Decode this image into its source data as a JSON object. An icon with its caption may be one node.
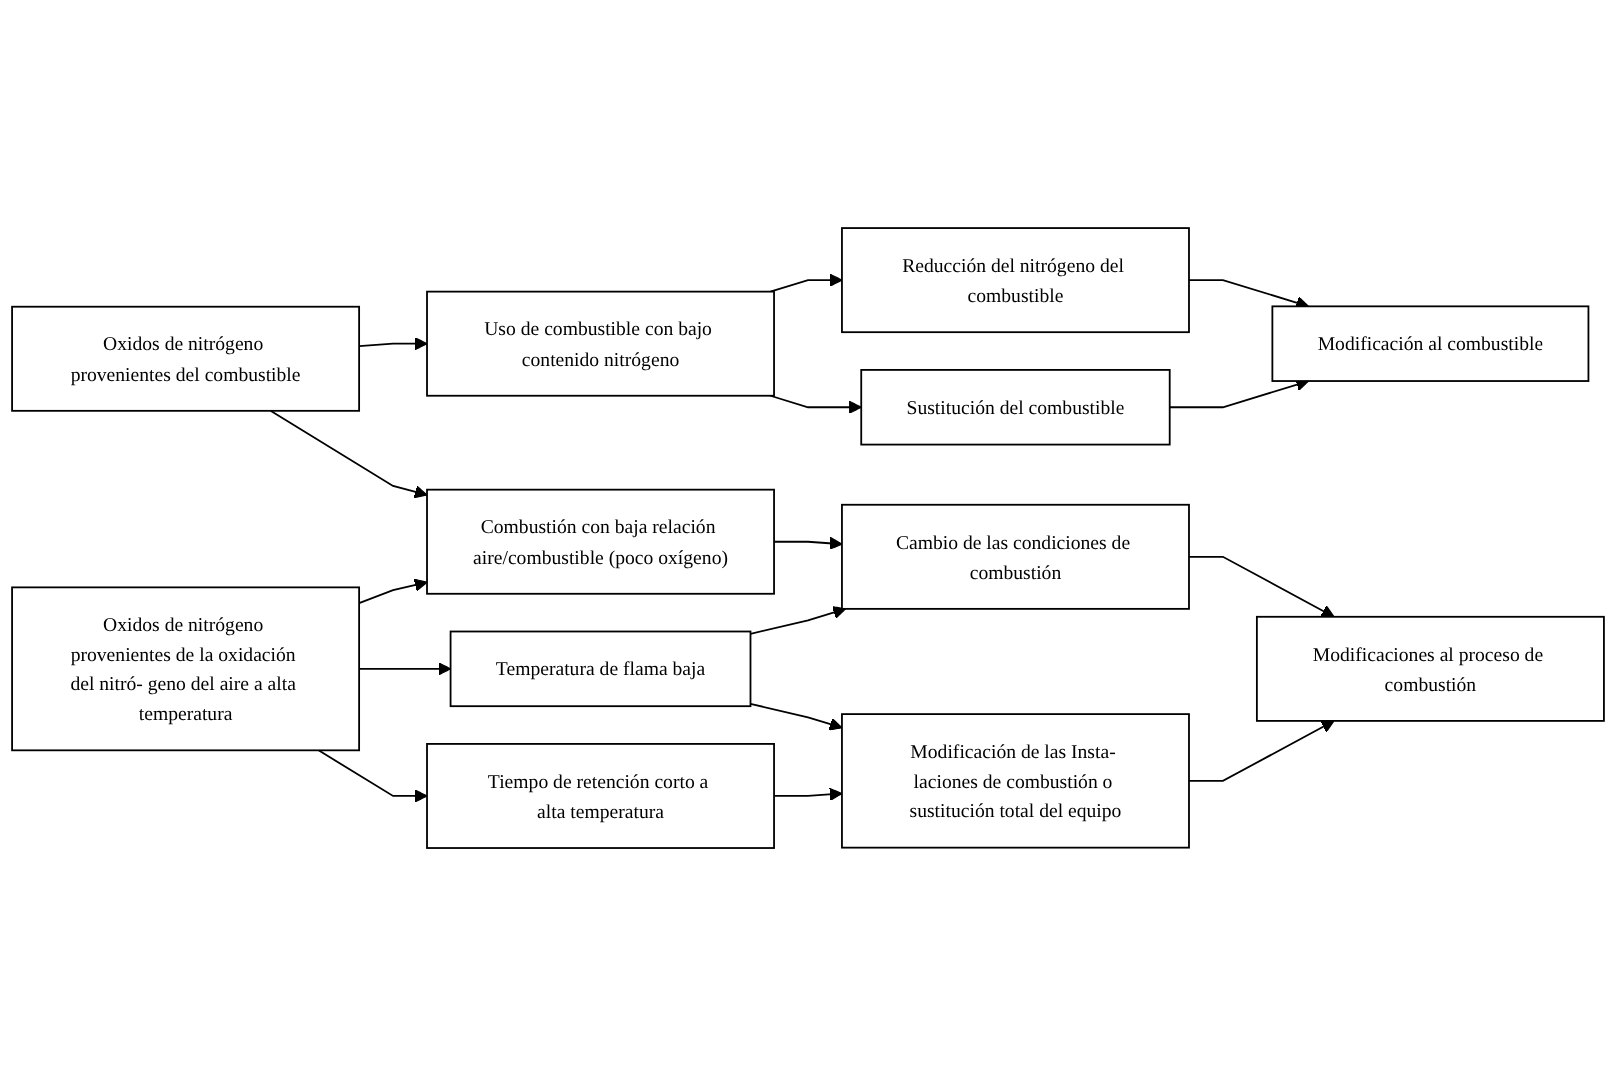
{
  "diagram": {
    "nodes": [
      {
        "text": [
          "Oxidos de nitrógeno provenientes del combustible"
        ]
      },
      {
        "text": [
          "Oxidos de nitrógeno provenientes de la oxidación del nitró- geno del aire a alta temperatura"
        ]
      },
      {
        "text": [
          "Uso de combustible con bajo contenido nitrógeno"
        ]
      },
      {
        "text": [
          "Combustión con baja relación aire/combustible (poco oxígeno)"
        ]
      },
      {
        "text": [
          "Temperatura de flama baja"
        ]
      },
      {
        "text": [
          "Tiempo de retención corto a alta temperatura"
        ]
      },
      {
        "text": [
          "Reducción del nitrógeno del combustible"
        ]
      },
      {
        "text": [
          "Sustitución del combustible"
        ]
      },
      {
        "text": [
          "Cambio de las condiciones de combustión"
        ]
      },
      {
        "text": [
          "Modificación de las Insta- laciones de combustión o sustitución total del equipo"
        ]
      },
      {
        "text": [
          "Modificación al combustible"
        ]
      },
      {
        "text": [
          "Modificaciones al proceso de combustión"
        ]
      }
    ],
    "edges": [
      {
        "from": 0,
        "to": 2,
        "arrow": "to"
      },
      {
        "from": 0,
        "to": 3,
        "arrow": "to"
      },
      {
        "from": 1,
        "to": 3,
        "arrow": "to"
      },
      {
        "from": 1,
        "to": 4,
        "arrow": "to"
      },
      {
        "from": 1,
        "to": 5,
        "arrow": "to"
      },
      {
        "from": 2,
        "to": 6,
        "arrow": "to"
      },
      {
        "from": 2,
        "to": 7,
        "arrow": "to"
      },
      {
        "from": 3,
        "to": 8,
        "arrow": "to"
      },
      {
        "from": 4,
        "to": 8,
        "arrow": "to"
      },
      {
        "from": 4,
        "to": 9,
        "arrow": "to"
      },
      {
        "from": 5,
        "to": 9,
        "arrow": "to"
      },
      {
        "from": 6,
        "to": 10,
        "arrow": "to"
      },
      {
        "from": 7,
        "to": 10,
        "arrow": "to"
      },
      {
        "from": 8,
        "to": 11,
        "arrow": "to"
      },
      {
        "from": 9,
        "to": 11,
        "arrow": "to"
      }
    ]
  }
}
